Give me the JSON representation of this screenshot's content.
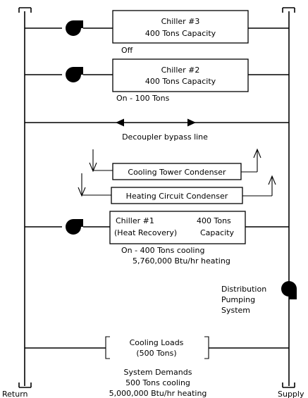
{
  "diagram": {
    "pipes": {
      "return_label": "Return",
      "supply_label": "Supply"
    },
    "chiller3": {
      "name": "Chiller #3",
      "capacity": "400 Tons Capacity",
      "status": "Off"
    },
    "chiller2": {
      "name": "Chiller #2",
      "capacity": "400 Tons Capacity",
      "status": "On - 100 Tons"
    },
    "decoupler": {
      "label": "Decoupler bypass line"
    },
    "cooling_tower_condenser": {
      "label": "Cooling Tower Condenser"
    },
    "heating_circuit_condenser": {
      "label": "Heating Circuit Condenser"
    },
    "chiller1": {
      "name": "Chiller #1",
      "subtitle": "(Heat Recovery)",
      "capacity_value": "400 Tons",
      "capacity_word": "Capacity",
      "status_line1": "On - 400 Tons cooling",
      "status_line2": "5,760,000 Btu/hr heating"
    },
    "distribution": {
      "line1": "Distribution",
      "line2": "Pumping",
      "line3": "System"
    },
    "cooling_loads": {
      "line1": "Cooling Loads",
      "line2": "(500 Tons)"
    },
    "system_demands": {
      "title": "System Demands",
      "cooling": "500 Tons cooling",
      "heating": "5,000,000 Btu/hr heating"
    }
  }
}
